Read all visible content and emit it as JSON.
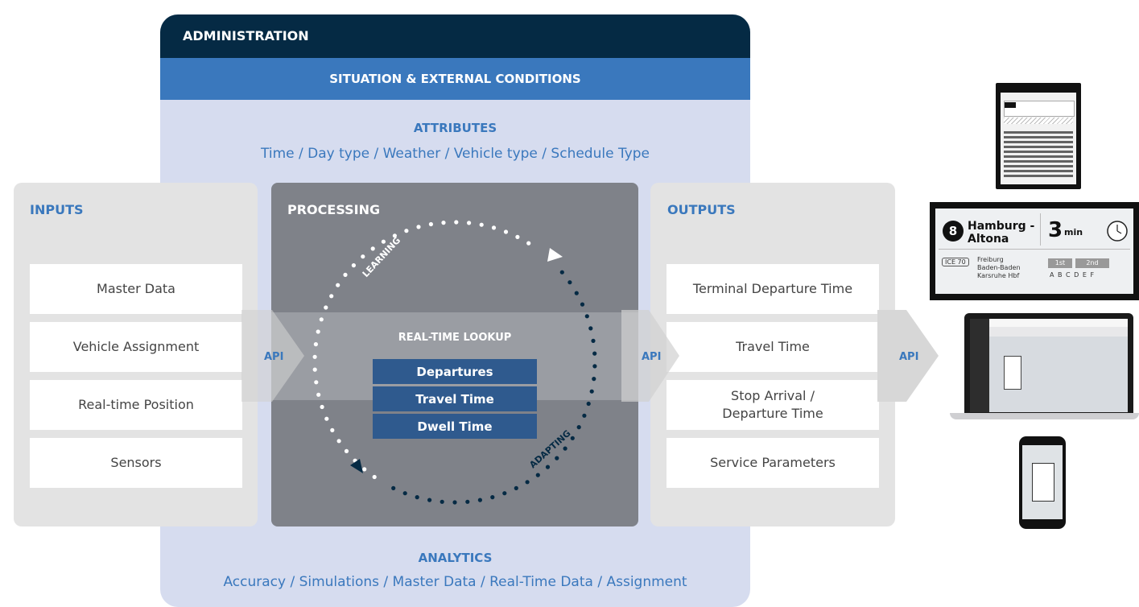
{
  "administration": {
    "title": "ADMINISTRATION",
    "situation": "SITUATION & EXTERNAL CONDITIONS",
    "attributes_title": "ATTRIBUTES",
    "attributes": "Time  /  Day type  /  Weather  /  Vehicle type  /  Schedule Type",
    "analytics_title": "ANALYTICS",
    "analytics": "Accuracy  /  Simulations  /  Master Data  /  Real-Time Data  /  Assignment"
  },
  "inputs": {
    "title": "INPUTS",
    "items": [
      "Master Data",
      "Vehicle Assignment",
      "Real-time Position",
      "Sensors"
    ]
  },
  "processing": {
    "title": "PROCESSING",
    "learning": "LEARNING",
    "adapting": "ADAPTING",
    "lookup_title": "REAL-TIME LOOKUP",
    "lookup_items": [
      "Departures",
      "Travel Time",
      "Dwell Time"
    ]
  },
  "outputs": {
    "title": "OUTPUTS",
    "items": [
      "Terminal Departure Time",
      "Travel Time",
      "Stop Arrival /",
      "Departure Time",
      "Service Parameters"
    ]
  },
  "api": {
    "label": "API"
  },
  "devices": {
    "display_line": "8",
    "display_destination_1": "Hamburg -",
    "display_destination_2": "Altona",
    "display_minutes": "3",
    "display_minutes_unit": "min",
    "display_train": "ICE 70",
    "display_via_1": "Freiburg",
    "display_via_2": "Baden-Baden",
    "display_via_3": "Karsruhe Hbf",
    "display_class_1": "1st",
    "display_class_2": "2nd",
    "display_sectors": "A B C D E F"
  },
  "colors": {
    "navy": "#052a44",
    "blue": "#3a78bd",
    "lavender": "#d6dcef",
    "panel_gray": "#e3e3e3",
    "processing_gray": "#7f8289",
    "lookup_blue": "#2f5a8e"
  }
}
